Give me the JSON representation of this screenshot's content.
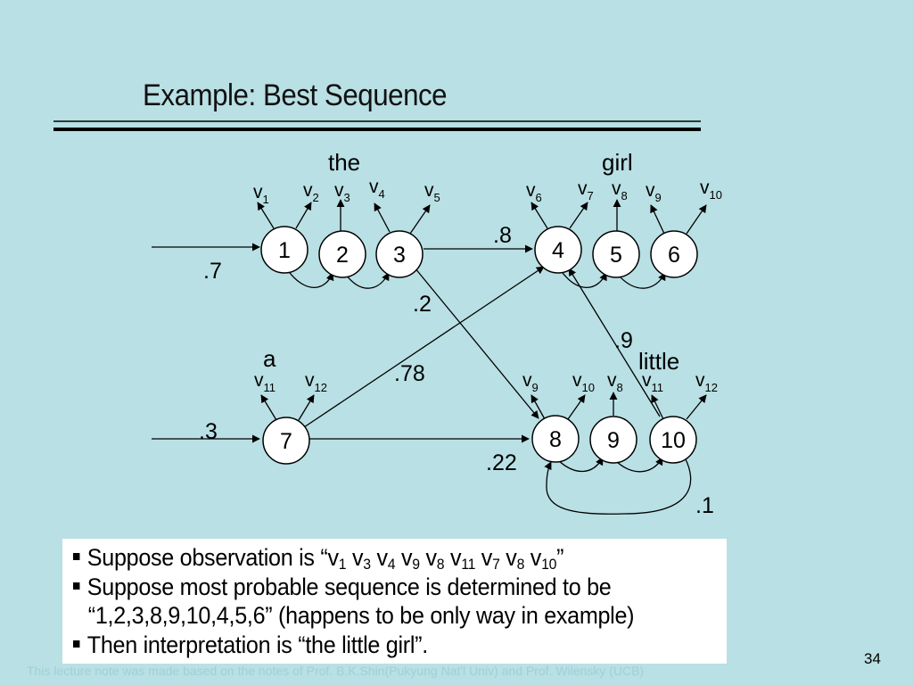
{
  "title": "Example: Best Sequence",
  "words": {
    "the": "the",
    "girl": "girl",
    "a": "a",
    "little": "little"
  },
  "nodes": [
    {
      "id": "n1",
      "label": "1"
    },
    {
      "id": "n2",
      "label": "2"
    },
    {
      "id": "n3",
      "label": "3"
    },
    {
      "id": "n4",
      "label": "4"
    },
    {
      "id": "n5",
      "label": "5"
    },
    {
      "id": "n6",
      "label": "6"
    },
    {
      "id": "n7",
      "label": "7"
    },
    {
      "id": "n8",
      "label": "8"
    },
    {
      "id": "n9",
      "label": "9"
    },
    {
      "id": "n10",
      "label": "10"
    }
  ],
  "observations": [
    {
      "id": "o1",
      "main": "v",
      "sub": "1"
    },
    {
      "id": "o2",
      "main": "v",
      "sub": "2"
    },
    {
      "id": "o3",
      "main": "v",
      "sub": "3"
    },
    {
      "id": "o4",
      "main": "v",
      "sub": "4"
    },
    {
      "id": "o5",
      "main": "v",
      "sub": "5"
    },
    {
      "id": "o6",
      "main": "v",
      "sub": "6"
    },
    {
      "id": "o7",
      "main": "v",
      "sub": "7"
    },
    {
      "id": "o8",
      "main": "v",
      "sub": "8"
    },
    {
      "id": "o9",
      "main": "v",
      "sub": "9"
    },
    {
      "id": "o10",
      "main": "v",
      "sub": "10"
    },
    {
      "id": "o11",
      "main": "v",
      "sub": "11"
    },
    {
      "id": "o12",
      "main": "v",
      "sub": "12"
    },
    {
      "id": "o13",
      "main": "v",
      "sub": "9"
    },
    {
      "id": "o14",
      "main": "v",
      "sub": "10"
    },
    {
      "id": "o15",
      "main": "v",
      "sub": "8"
    },
    {
      "id": "o16",
      "main": "v",
      "sub": "11"
    },
    {
      "id": "o17",
      "main": "v",
      "sub": "12"
    }
  ],
  "probabilities": [
    {
      "id": "p1",
      "text": ".7"
    },
    {
      "id": "p2",
      "text": ".8"
    },
    {
      "id": "p3",
      "text": ".2"
    },
    {
      "id": "p4",
      "text": ".9"
    },
    {
      "id": "p5",
      "text": ".78"
    },
    {
      "id": "p6",
      "text": ".3"
    },
    {
      "id": "p7",
      "text": ".22"
    },
    {
      "id": "p8",
      "text": ".1"
    }
  ],
  "bullets": [
    {
      "pre": "Suppose observation is “",
      "seq": [
        [
          "v",
          "1"
        ],
        [
          "v",
          "3"
        ],
        [
          "v",
          "4"
        ],
        [
          "v",
          "9"
        ],
        [
          "v",
          "8"
        ],
        [
          "v",
          "11"
        ],
        [
          "v",
          "7"
        ],
        [
          "v",
          "8"
        ],
        [
          "v",
          "10"
        ]
      ],
      "post": "”"
    },
    {
      "text": "Suppose most probable sequence is determined to be"
    },
    {
      "text": "“1,2,3,8,9,10,4,5,6” (happens to be only way in example)"
    },
    {
      "text": "Then interpretation is “the little girl”."
    }
  ],
  "footer": "This lecture note was made based on the notes of Prof. B.K.Shin(Pukyung Nat'l Univ) and Prof. Wilensky (UCB)",
  "page_number": "34"
}
